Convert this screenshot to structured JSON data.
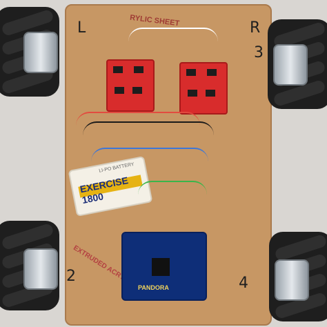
{
  "image": {
    "board_marks": {
      "left_top": "L",
      "right_top": "R",
      "right_top_num": "3",
      "left_bottom_num": "2",
      "right_bottom_num": "4"
    },
    "battery_label": "EXERCISE 1800",
    "battery_brand": "LI-PO BATTERY",
    "board_text": "EXTRUDED ACRYLIC SHEET",
    "mcu_label": "PANDORA",
    "side_text_top": "RYLIC SHEET",
    "colors": {
      "acrylic": "#c79764",
      "driver_red": "#d82c2c",
      "mcu_blue": "#0e2e78",
      "battery_yellow": "#e6b313"
    }
  }
}
